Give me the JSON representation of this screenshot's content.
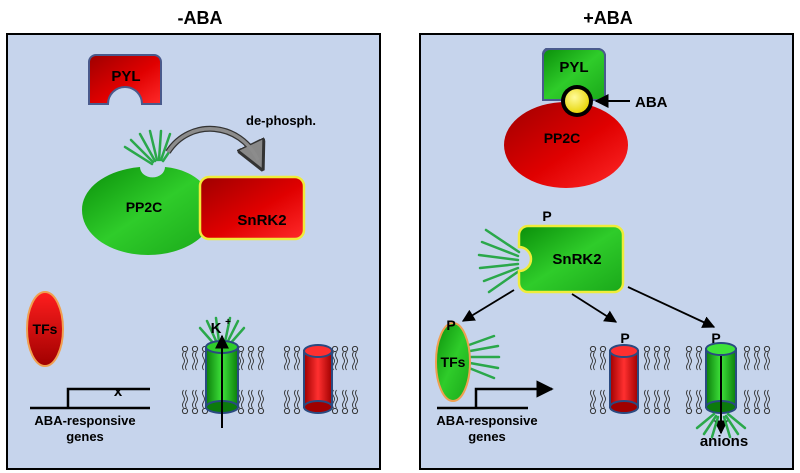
{
  "panels": {
    "left": {
      "title": "-ABA"
    },
    "right": {
      "title": "+ABA"
    }
  },
  "labels": {
    "pyl": "PYL",
    "pp2c": "PP2C",
    "snrk2": "SnRK2",
    "tfs": "TFs",
    "dephosph": "de-phosph.",
    "aba": "ABA",
    "potassium": "K",
    "potassium_sup": "+",
    "blocked_mark": "x",
    "genes_line1": "ABA-responsive",
    "genes_line2": "genes",
    "phospho": "P",
    "anions": "anions"
  },
  "colors": {
    "panel_bg": "#c6d4ec",
    "red": "#d90000",
    "dark_red": "#9e0000",
    "green": "#22b61e",
    "dark_green": "#0c7a0c",
    "outline_yellow": "#f0ec3a",
    "ray_green": "#2aa84a",
    "ligand_yellow": "#f4e400"
  }
}
